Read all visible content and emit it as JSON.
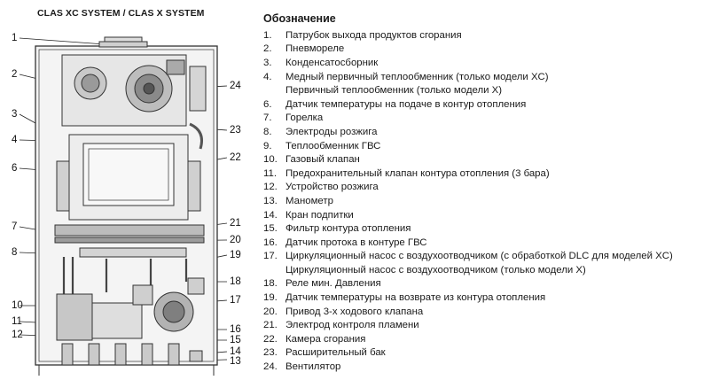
{
  "diagram": {
    "title": "CLAS XC SYSTEM / CLAS X SYSTEM",
    "callouts_left": [
      "1",
      "2",
      "3",
      "4",
      "6",
      "7",
      "8",
      "10",
      "11",
      "12"
    ],
    "callouts_right": [
      "24",
      "23",
      "22",
      "21",
      "20",
      "19",
      "18",
      "17",
      "16",
      "15",
      "14",
      "13"
    ]
  },
  "legend": {
    "title": "Обозначение",
    "items": [
      {
        "num": "1.",
        "text": "Патрубок выхода продуктов сгорания"
      },
      {
        "num": "2.",
        "text": "Пневмореле"
      },
      {
        "num": "3.",
        "text": "Конденсатосборник"
      },
      {
        "num": "4.",
        "text": "Медный первичный теплообменник (только модели XC)"
      },
      {
        "num": "",
        "text": "Первичный теплообменник (только модели X)"
      },
      {
        "num": "6.",
        "text": "Датчик температуры на подаче в контур отопления"
      },
      {
        "num": "7.",
        "text": "Горелка"
      },
      {
        "num": "8.",
        "text": "Электроды розжига"
      },
      {
        "num": "9.",
        "text": "Теплообменник ГВС"
      },
      {
        "num": "10.",
        "text": "Газовый клапан"
      },
      {
        "num": "11.",
        "text": "Предохранительный клапан контура отопления (3 бара)"
      },
      {
        "num": "12.",
        "text": "Устройство розжига"
      },
      {
        "num": "13.",
        "text": "Манометр"
      },
      {
        "num": "14.",
        "text": "Кран подпитки"
      },
      {
        "num": "15.",
        "text": "Фильтр контура отопления"
      },
      {
        "num": "16.",
        "text": "Датчик протока в контуре  ГВС"
      },
      {
        "num": "17.",
        "text": "Циркуляционный насос с воздухоотводчиком (с обработкой DLC для моделей XC)"
      },
      {
        "num": "",
        "text": "Циркуляционный насос с воздухоотводчиком (только модели X)"
      },
      {
        "num": "18.",
        "text": "Реле мин. Давления"
      },
      {
        "num": "19.",
        "text": "Датчик температуры на возврате из контура отопления"
      },
      {
        "num": "20.",
        "text": "Привод 3-х ходового клапана"
      },
      {
        "num": "21.",
        "text": "Электрод контроля пламени"
      },
      {
        "num": "22.",
        "text": "Камера сгорания"
      },
      {
        "num": "23.",
        "text": "Расширительный бак"
      },
      {
        "num": "24.",
        "text": "Вентилятор"
      }
    ]
  }
}
